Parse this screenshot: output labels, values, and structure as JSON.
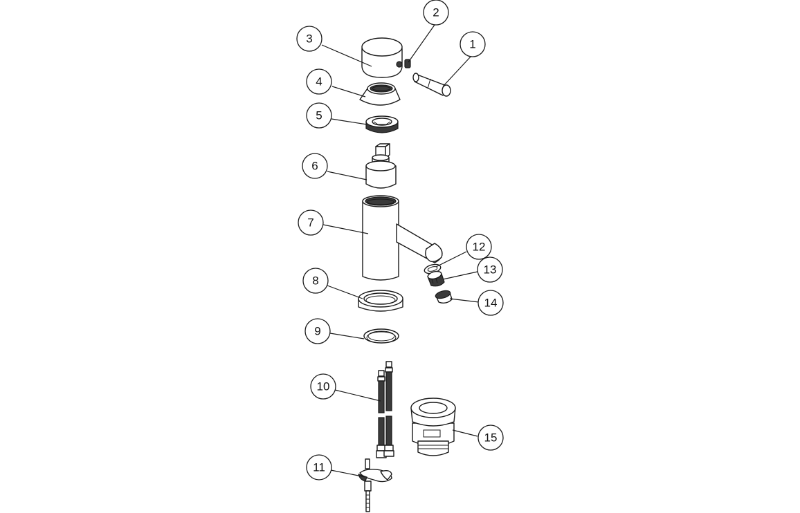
{
  "callouts": [
    {
      "id": "1",
      "label": "1"
    },
    {
      "id": "2",
      "label": "2"
    },
    {
      "id": "3",
      "label": "3"
    },
    {
      "id": "4",
      "label": "4"
    },
    {
      "id": "5",
      "label": "5"
    },
    {
      "id": "6",
      "label": "6"
    },
    {
      "id": "7",
      "label": "7"
    },
    {
      "id": "8",
      "label": "8"
    },
    {
      "id": "9",
      "label": "9"
    },
    {
      "id": "10",
      "label": "10"
    },
    {
      "id": "11",
      "label": "11"
    },
    {
      "id": "12",
      "label": "12"
    },
    {
      "id": "13",
      "label": "13"
    },
    {
      "id": "14",
      "label": "14"
    },
    {
      "id": "15",
      "label": "15"
    }
  ],
  "colors": {
    "line": "#1a1a1a",
    "background": "#ffffff",
    "dark_fill": "#3a3a3a"
  }
}
